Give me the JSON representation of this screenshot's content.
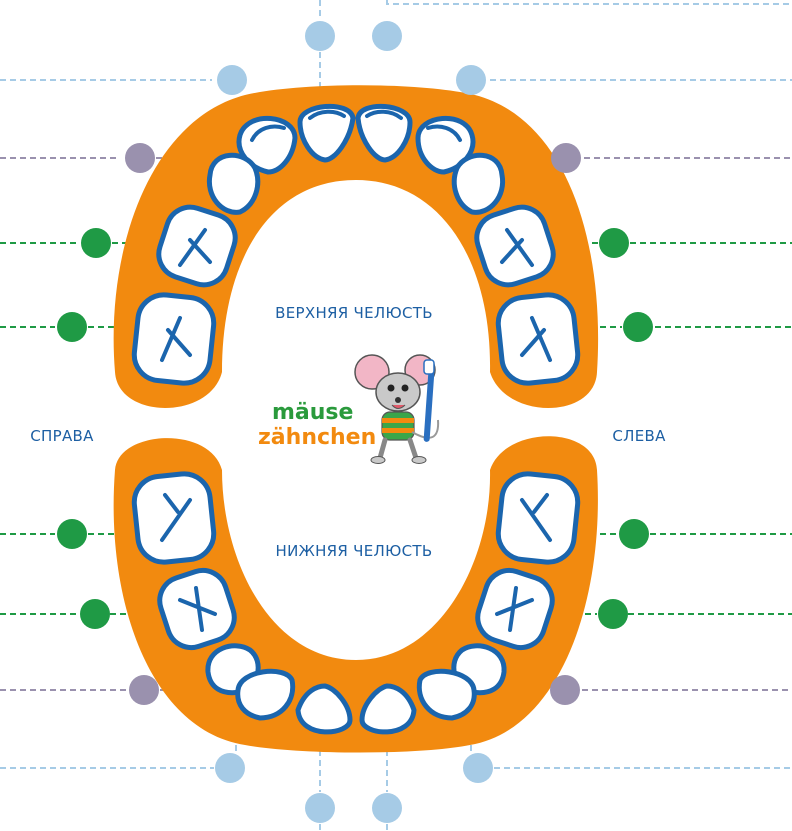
{
  "labels": {
    "upper_jaw": "ВЕРХНЯЯ ЧЕЛЮСТЬ",
    "lower_jaw": "НИЖНЯЯ ЧЕЛЮСТЬ",
    "right_side": "СПРАВА",
    "left_side": "СЛЕВА"
  },
  "logo": {
    "line1": "mäuse",
    "line2": "zähnchen"
  },
  "colors": {
    "gum": "#f28a0f",
    "tooth_outline": "#1b65ad",
    "tooth_fill": "#ffffff",
    "dot_incisor": "#a6cbe6",
    "dot_canine": "#9a91ae",
    "dot_molar": "#1f9a45",
    "label_text": "#1d5fa3",
    "logo_green": "#2a9a3c",
    "logo_orange": "#f28a0f"
  },
  "icons": [
    "mouse-mascot-icon",
    "toothbrush-icon",
    "molar-tooth-icon",
    "incisor-tooth-icon",
    "canine-tooth-icon"
  ]
}
